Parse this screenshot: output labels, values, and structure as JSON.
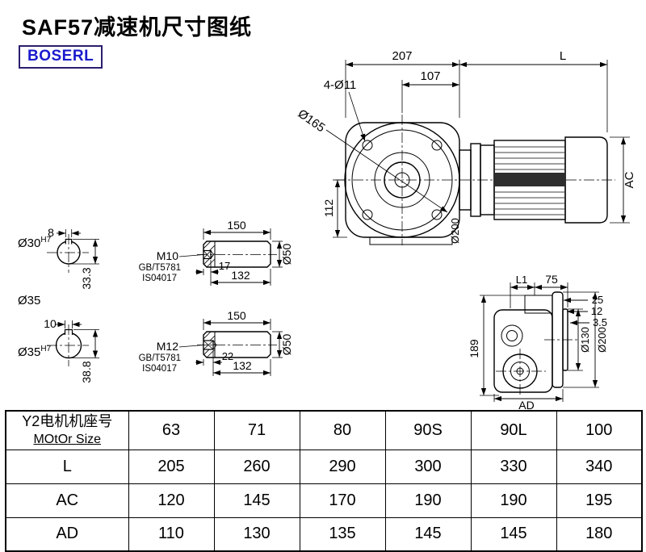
{
  "title": "SAF57减速机尺寸图纸",
  "logo": "BOSERL",
  "front_view": {
    "width_total": "207",
    "length_L": "L",
    "width_flange": "107",
    "bolt_holes": "4-Ø11",
    "flange_dia": "Ø165",
    "center_height": "112",
    "motor_dia": "AC",
    "adapter_dia": "Ø200"
  },
  "hollow_shaft_30": {
    "key_width": "8",
    "bore": "Ø30",
    "fit": "H7",
    "key_height": "33.3"
  },
  "solid_shaft_m10": {
    "length": "150",
    "thread": "M10",
    "std1": "GB/T5781",
    "std2": "IS04017",
    "thread_depth": "17",
    "shaft_length": "132",
    "dia": "Ø50"
  },
  "hollow_shaft_35": {
    "od_label": "Ø35",
    "key_width": "10",
    "bore": "Ø35",
    "fit": "H7",
    "key_height": "38.8"
  },
  "solid_shaft_m12": {
    "length": "150",
    "thread": "M12",
    "std1": "GB/T5781",
    "std2": "IS04017",
    "thread_depth": "22",
    "shaft_length": "132",
    "dia": "Ø50"
  },
  "side_view": {
    "dim_l1": "L1",
    "dim_75": "75",
    "dim_25": "25",
    "dim_12": "12",
    "dim_3_5": "3.5",
    "dim_189": "189",
    "dia_130": "Ø130",
    "dia_200": "Ø200",
    "dim_ad": "AD"
  },
  "table": {
    "header": {
      "cn": "Y2电机机座号",
      "en": "MOtOr Size",
      "sizes": [
        "63",
        "71",
        "80",
        "90S",
        "90L",
        "100"
      ]
    },
    "rows": [
      {
        "label": "L",
        "values": [
          "205",
          "260",
          "290",
          "300",
          "330",
          "340"
        ]
      },
      {
        "label": "AC",
        "values": [
          "120",
          "145",
          "170",
          "190",
          "190",
          "195"
        ]
      },
      {
        "label": "AD",
        "values": [
          "110",
          "130",
          "135",
          "145",
          "145",
          "180"
        ]
      }
    ]
  }
}
